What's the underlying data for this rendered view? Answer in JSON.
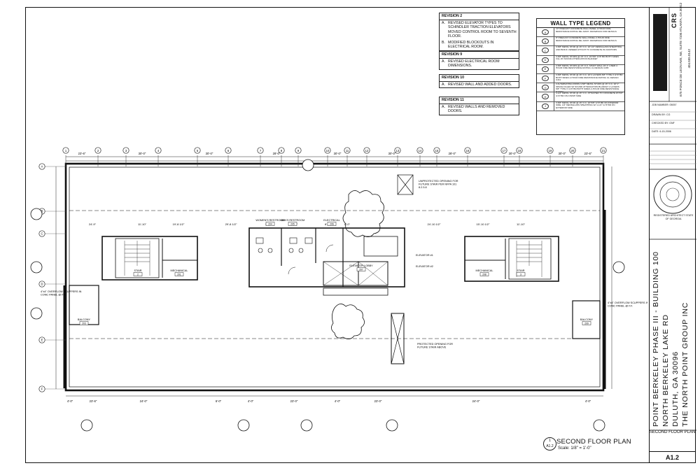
{
  "revisions": [
    {
      "title": "REVISION 2",
      "items": [
        {
          "letter": "A.",
          "text": "REVISED ELEVATOR TYPES TO SCHINDLER TRACTION ELEVATORS MOVED CONTROL ROOM TO SEVENTH FLOOR."
        },
        {
          "letter": "B.",
          "text": "MODIFIED BLOCKOUTS IN ELECTRICAL ROOM."
        }
      ]
    },
    {
      "title": "REVISION 9",
      "items": [
        {
          "letter": "A.",
          "text": "REVISED ELECTRICAL ROOM DIMENSIONS."
        }
      ]
    },
    {
      "title": "REVISION 10",
      "items": [
        {
          "letter": "A.",
          "text": "REVISED WALL AND ADDED DOORS."
        }
      ]
    },
    {
      "title": "REVISION 11",
      "items": [
        {
          "letter": "A.",
          "text": "REVISED WALLS AND REMOVED DOORS."
        }
      ]
    }
  ],
  "legend": {
    "title": "WALL TYPE LEGEND",
    "rows": [
      {
        "tag": "A",
        "text": "10\" PRECAST CONCRETE WALL PANEL 2-HOUR FIRE RESISTANCE RATING RE: ARCH. DRAWINGS FOR DETAILS"
      },
      {
        "tag": "B",
        "text": "8\" PRECAST CONCRETE WALL PANEL 2-HOUR FIRE RESISTANCE RATING RE: ARCH. DRAWINGS FOR DETAILS"
      },
      {
        "tag": "C",
        "text": "3-5/8\" METAL STUD @ 16\" O.C. W/ 1/2\" DENSGLASS SHEATHING AND BRICK VENEER ATTACH TO CONCRETE W/ ANCHORS"
      },
      {
        "tag": "D",
        "text": "3-5/8\" METAL STUDS @ 16\" O.C. W/ 5/8\" GYP BD BOTH SIDES FILL W/ SOUND ATTENUATION BLANKET"
      },
      {
        "tag": "E",
        "text": "2-5/8\" METAL STUDS @ 16\" O.C. SHAFT WALL W/ 1\" LINER 2-HOUR FIRE RESISTANCE RATING UL DESIGN U465"
      },
      {
        "tag": "F",
        "text": "3-5/8\" METAL STUD @ 16\" O.C. W/ 2 LAYERS 5/8\" TYPE X GYP BD BOTH SIDES 2-HOUR FIRE RESISTANCE RATING UL DESIGN U411"
      },
      {
        "tag": "G",
        "text": "2 ALTERNATING ROWS 3-5/8\" METAL STUDS @ 16\" O.C. W/ 1\" SPACE FILLED W/ SOUND ATTENUATION BLANKET 2 LAYERS 5/8\" TYPE X GYP BD BOTH SIDES 2-HOUR FIRE RESISTANCE RATING"
      },
      {
        "tag": "H",
        "text": "3-1/2\" METAL STUD @ 16\" O.C. ATTACHED TO CONCRETE W/ 5/8\" GYP BD ON FINISH SIDE"
      },
      {
        "tag": "J",
        "text": "3-5/8\" METAL STUD @ 16\" O.C. W/ 5/8\" GYP BD ON INTERIOR SIDE, 1/2\" DENSGLASS SHEATHING W/ 1-1/2\" GYP BD ON EXTERIOR SIDE"
      }
    ]
  },
  "title_block": {
    "firm_logo": "CRS",
    "firm_address": "675 PONCE DE LEON AVE, NE, SUITE 7100 ATLANTA, GA 30312",
    "firm_phone": "404.555.0142",
    "project_name": "POINT BERKELEY PHASE III - BUILDING 100",
    "project_address_1": "NORTH BERKELEY LAKE RD",
    "project_address_2": "DULUTH, GA 30096",
    "client": "THE NORTH POINT GROUP INC",
    "job_number": "JOB NUMBER: 05057",
    "drawn_by": "DRAWN BY: CG",
    "checked_by": "CHECKED BY: GNF",
    "date": "DATE: 6-15-2006",
    "seal_text": "REGISTERED ARCHITECT STATE OF GEORGIA",
    "sheet_name": "SECOND FLOOR PLAN",
    "sheet_number": "A1.2"
  },
  "plan": {
    "title": "SECOND FLOOR PLAN",
    "scale": "Scale: 1/8\" = 1'-0\"",
    "callout_number": "1",
    "callout_sheet": "A1.2",
    "column_grid": [
      "1",
      "2",
      "3",
      "4",
      "5",
      "6",
      "7",
      "8",
      "9",
      "10",
      "11",
      "12",
      "13",
      "14",
      "15",
      "16",
      "17",
      "18",
      "19",
      "20",
      "21"
    ],
    "row_grid": [
      "A",
      "B",
      "C",
      "D",
      "E",
      "F"
    ],
    "top_dims": [
      "23'-6\"",
      "30'-0\"",
      "30'-0\"",
      "28'-0\"",
      "30'-0\"",
      "30'-0\"",
      "28'-0\"",
      "30'-0\"",
      "30'-0\"",
      "23'-6\""
    ],
    "bottom_dims": [
      "4'-0\"",
      "23'-6\"",
      "24'-0\"",
      "6'-0\"",
      "4'-0\"",
      "23'-0\"",
      "4'-0\"",
      "23'-0\"",
      "24'-0\"",
      "4'-0\""
    ],
    "rooms": [
      {
        "name": "STAIR",
        "num": "2"
      },
      {
        "name": "MECHANICAL",
        "num": "201"
      },
      {
        "name": "WOMEN'S RESTROOM",
        "num": "204"
      },
      {
        "name": "MEN'S RESTROOM",
        "num": "205"
      },
      {
        "name": "ELECTRICAL",
        "num": "206"
      },
      {
        "name": "ELEVATOR LOBBY",
        "num": "207"
      },
      {
        "name": "MECHANICAL",
        "num": "208"
      },
      {
        "name": "STAIR",
        "num": "3"
      },
      {
        "name": "BALCONY",
        "num": "203"
      },
      {
        "name": "BALCONY",
        "num": "209"
      }
    ],
    "notes": [
      "UNPROTECTED OPENING FOR FUTURE STAIR PER NFPA 101 8.2.5.8",
      "PROTECTED OPENING FOR FUTURE STAIR ABOVE",
      "ELEVATOR #1",
      "ELEVATOR #2",
      "4\"x4\" OVERFLOW SCUPPERS IN CONC PANEL @ F.F.",
      "4\"x4\" OVERFLOW SCUPPERS IN CONC PANEL @ F.F."
    ],
    "inner_dims": [
      "24'-9\"",
      "11'-10\"",
      "19'-8 1/2\"",
      "29'-8 1/2\"",
      "12'-0\"",
      "12'-6\"",
      "8'-0\"",
      "6'-0\"",
      "24'-10 1/2\"",
      "15'-10 1/2\"",
      "11'-10\""
    ]
  }
}
